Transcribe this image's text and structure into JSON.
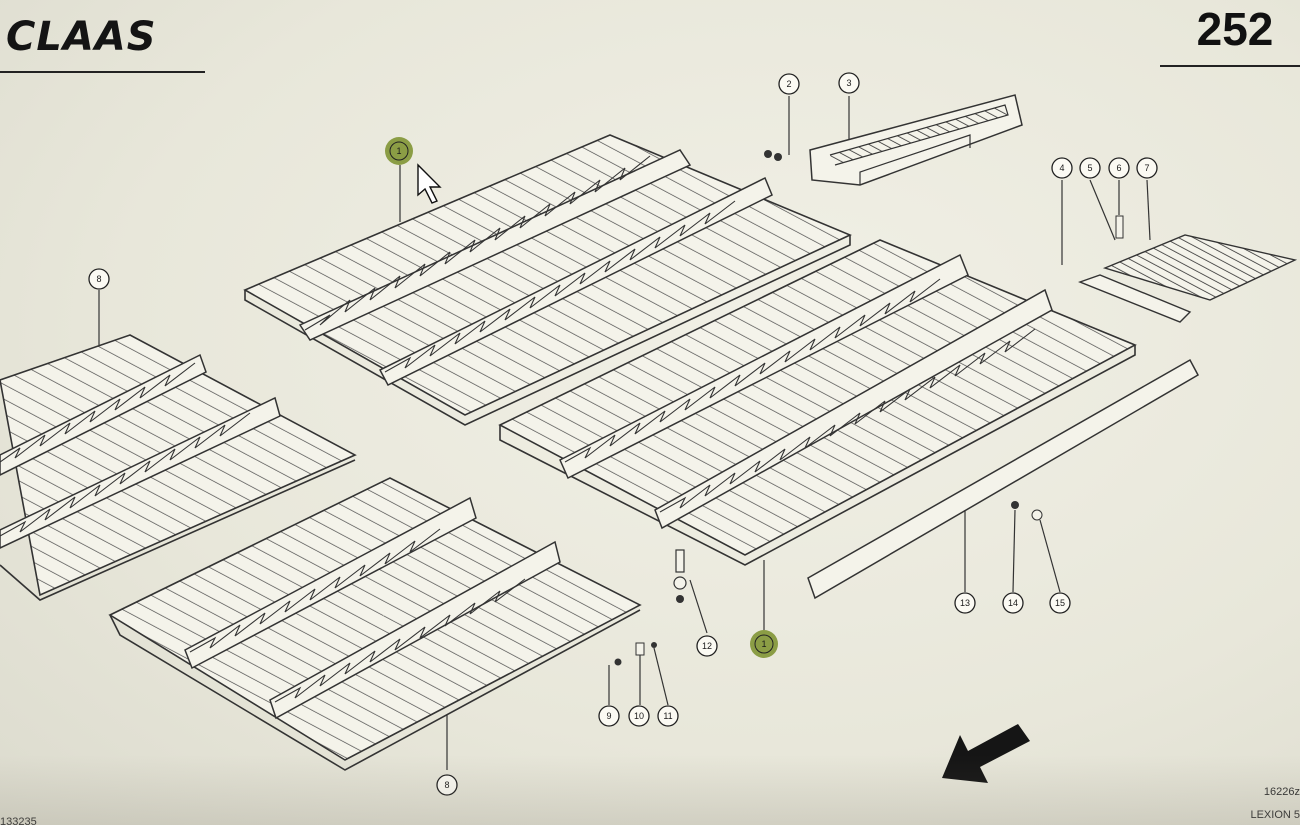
{
  "brand": {
    "logo": "CLAAS",
    "brand_color": "#141414"
  },
  "page": {
    "number": "252"
  },
  "highlight_color": "#7a8f2a",
  "callouts": {
    "c1_top": "1",
    "c1_bottom": "1",
    "c2": "2",
    "c3": "3",
    "c4": "4",
    "c5": "5",
    "c6": "6",
    "c7": "7",
    "c8_left": "8",
    "c8_bottom": "8",
    "c9": "9",
    "c10": "10",
    "c11": "11",
    "c12": "12",
    "c13": "13",
    "c14": "14",
    "c15": "15"
  },
  "footer": {
    "left_code": "133235",
    "right_code": "16226z",
    "model": "LEXION 5"
  },
  "icons": {
    "cursor": "mouse-pointer-icon",
    "direction": "direction-arrow-icon"
  }
}
